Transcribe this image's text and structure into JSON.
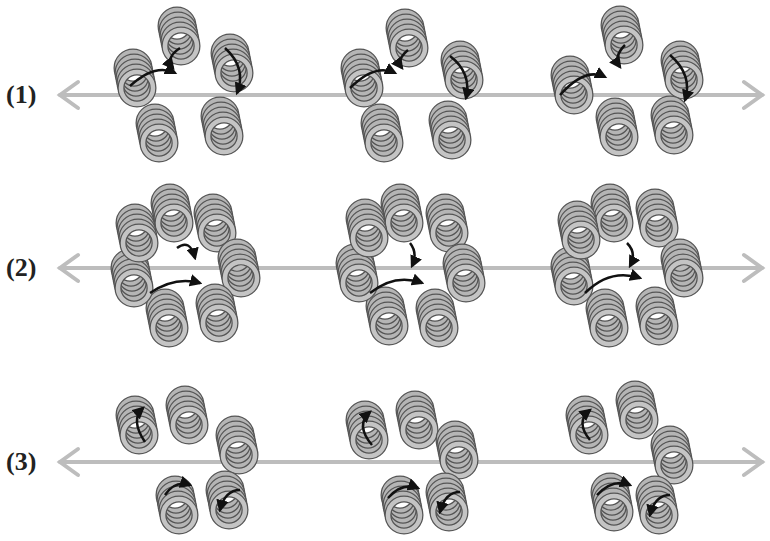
{
  "diagram": {
    "labels": [
      "(1)",
      "(2)",
      "(3)"
    ]
  }
}
